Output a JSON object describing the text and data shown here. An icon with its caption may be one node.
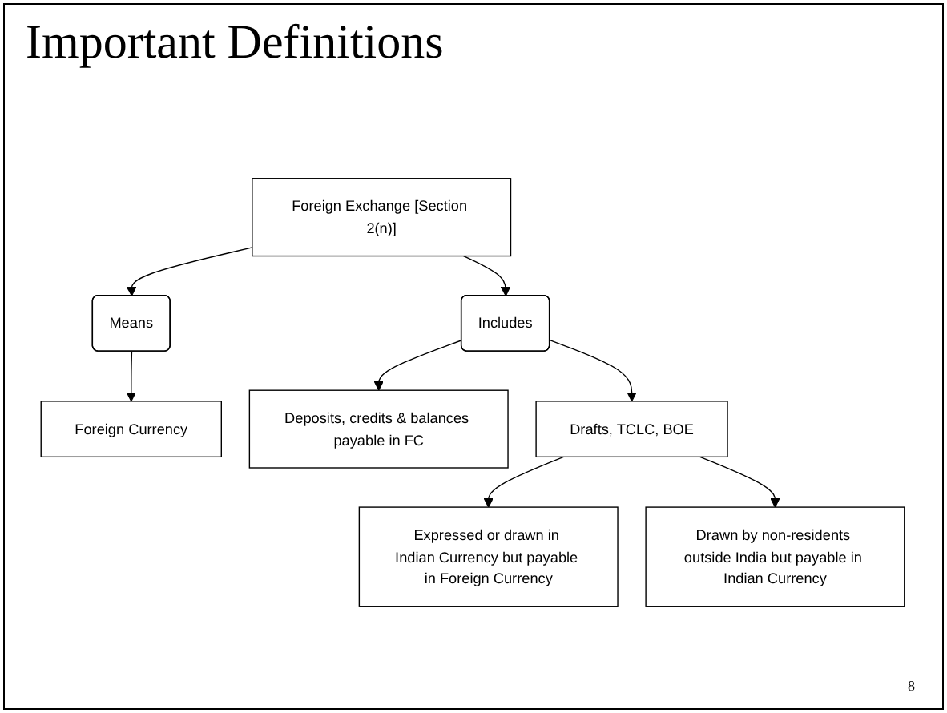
{
  "diagram": {
    "title": "Important Definitions",
    "nodes": [
      {
        "text": [
          "Foreign Exchange [Section 2(n)]"
        ]
      },
      {
        "text": [
          "Means"
        ]
      },
      {
        "text": [
          "Includes"
        ]
      },
      {
        "text": [
          "Foreign Currency"
        ]
      },
      {
        "text": [
          "Deposits, credits & balances payable in FC"
        ]
      },
      {
        "text": [
          "Drafts, TCLC, BOE"
        ]
      },
      {
        "text": [
          "Expressed or drawn in Indian Currency but payable in Foreign Currency"
        ]
      },
      {
        "text": [
          "Drawn by non-residents outside India but payable in Indian Currency"
        ]
      }
    ],
    "edges": [
      {
        "from": 0,
        "to": 1,
        "arrow": "to"
      },
      {
        "from": 0,
        "to": 2,
        "arrow": "to"
      },
      {
        "from": 1,
        "to": 3,
        "arrow": "to"
      },
      {
        "from": 2,
        "to": 4,
        "arrow": "to"
      },
      {
        "from": 2,
        "to": 5,
        "arrow": "to"
      },
      {
        "from": 5,
        "to": 6,
        "arrow": "to"
      },
      {
        "from": 5,
        "to": 7,
        "arrow": "to"
      }
    ],
    "labels": [
      "8"
    ]
  }
}
